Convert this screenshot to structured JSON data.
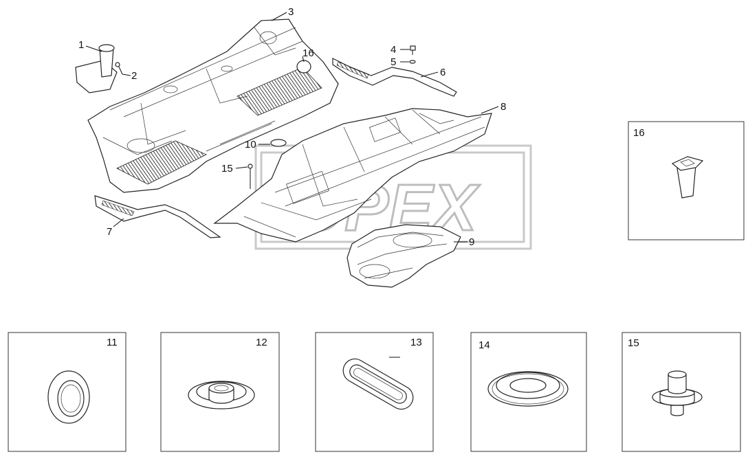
{
  "watermark": "OPEX",
  "callouts": {
    "c1": "1",
    "c2": "2",
    "c3": "3",
    "c4": "4",
    "c5": "5",
    "c6": "6",
    "c7": "7",
    "c8": "8",
    "c9": "9",
    "c10": "10",
    "c15": "15",
    "c16": "16"
  },
  "detail_boxes": {
    "b16": "16",
    "b11": "11",
    "b12": "12",
    "b13": "13",
    "b14": "14",
    "b15": "15"
  }
}
